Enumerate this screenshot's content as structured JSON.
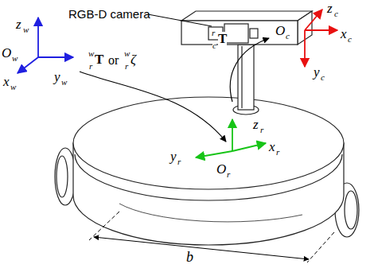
{
  "diagram": {
    "labels": [
      "RGB-D camera",
      "z",
      "w",
      "O",
      "w",
      "x",
      "w",
      "y",
      "w",
      "w",
      "r",
      "T",
      "or",
      "w",
      "r",
      "ζ",
      "r",
      "c",
      "T",
      "z",
      "c",
      "O",
      "c",
      "x",
      "c",
      "y",
      "c",
      "z",
      "r",
      "y",
      "r",
      "x",
      "r",
      "O",
      "r",
      "b"
    ]
  }
}
